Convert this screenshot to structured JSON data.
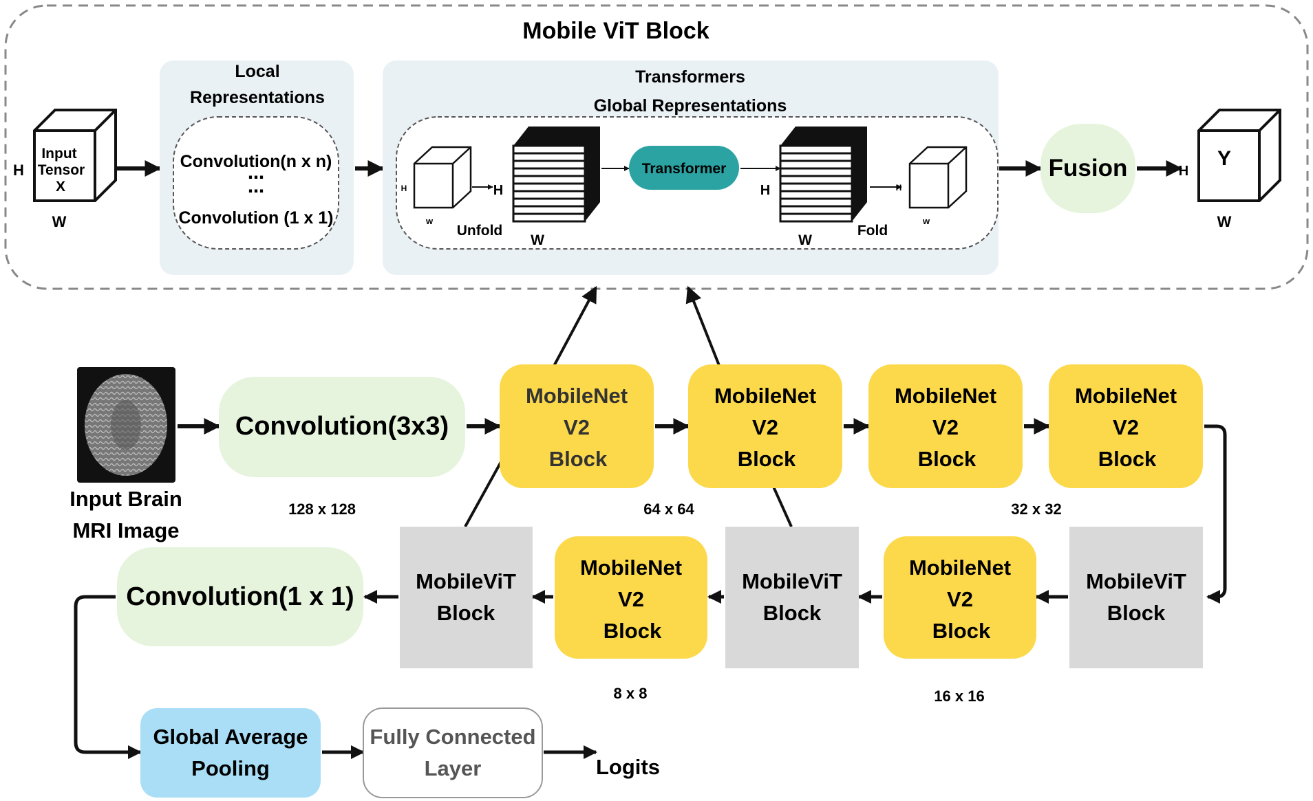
{
  "colors": {
    "yellow": "#fcd94b",
    "green": "#e6f4dd",
    "gray": "#d9d9d9",
    "blue": "#a9def6",
    "panel": "#eaf1f4",
    "teal": "#2ba3a3",
    "arrow": "#111111"
  },
  "mobile_vit_block": {
    "title": "Mobile ViT Block",
    "input_cube": {
      "label_line1": "Input",
      "label_line2": "Tensor",
      "label_line3": "X",
      "h": "H",
      "w": "W"
    },
    "local": {
      "title_line1": "Local",
      "title_line2": "Representations",
      "conv_nxn": "Convolution(n x n)",
      "dots1": "⋯",
      "dots2": "⋯",
      "conv_1x1": "Convolution (1 x 1)"
    },
    "global": {
      "title_line1": "Transformers",
      "title_line2": "Global Representations",
      "small_h": "H",
      "small_w": "w",
      "arrow_h": "H",
      "unfold": "Unfold",
      "stack_w": "W",
      "transformer": "Transformer",
      "stack2_h": "H",
      "stack2_w": "W",
      "fold": "Fold",
      "small2_h": "H",
      "small2_w": "w"
    },
    "fusion": "Fusion",
    "output_cube": {
      "label": "Y",
      "h": "H",
      "w": "W"
    }
  },
  "network": {
    "input_label_line1": "Input Brain",
    "input_label_line2": "MRI Image",
    "conv3x3": "Convolution(3x3)",
    "mnv2_line1": "MobileNet",
    "mnv2_line2": "V2",
    "mnv2_line3": "Block",
    "mvit_line1": "MobileViT",
    "mvit_line2": "Block",
    "conv1x1": "Convolution(1 x 1)",
    "gap_line1": "Global Average",
    "gap_line2": "Pooling",
    "fc_line1": "Fully Connected",
    "fc_line2": "Layer",
    "logits": "Logits",
    "size_128": "128 x 128",
    "size_64": "64 x 64",
    "size_32": "32 x 32",
    "size_16": "16 x 16",
    "size_8": "8 x 8"
  }
}
